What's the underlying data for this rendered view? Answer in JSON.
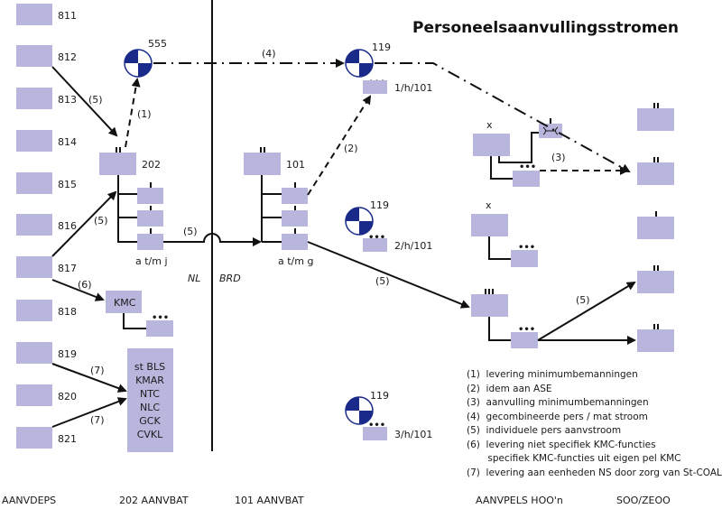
{
  "title": "Personeelsaanvullingsstromen",
  "colors": {
    "box": "#b9b6de",
    "symbol": "#1a2a8a",
    "line": "#111111"
  },
  "columns": [
    "AANVDEPS",
    "202 AANVBAT",
    "101 AANVBAT",
    "AANVPELS HOO'n",
    "SOO/ZEOO"
  ],
  "depots": [
    "811",
    "812",
    "813",
    "814",
    "815",
    "816",
    "817",
    "818",
    "819",
    "820",
    "821"
  ],
  "units": {
    "bat202": "202",
    "bat101": "101",
    "sym555": "555",
    "sym119a": "119",
    "sym119b": "119",
    "sym119c": "119",
    "sub1": "1/h/101",
    "sub2": "2/h/101",
    "sub3": "3/h/101",
    "kmc": "KMC",
    "range202": "a t/m j",
    "range101": "a t/m g",
    "x1": "x",
    "x2": "x",
    "dots": "•••"
  },
  "ns_units": [
    "st BLS",
    "KMAR",
    "NTC",
    "NLC",
    "GCK",
    "CVKL"
  ],
  "regions": {
    "left": "NL",
    "right": "BRD"
  },
  "flow_labels": {
    "f1": "(1)",
    "f2": "(2)",
    "f3": "(3)",
    "f4": "(4)",
    "f5": "(5)",
    "f6": "(6)",
    "f7": "(7)"
  },
  "legend": [
    "(1)  levering minimumbemanningen",
    "(2)  idem aan ASE",
    "(3)  aanvulling minimumbemanningen",
    "(4)  gecombineerde pers / mat stroom",
    "(5)  individuele pers aanvstroom",
    "(6)  levering niet specifiek KMC-functies",
    "       specifiek KMC-functies uit eigen pel KMC",
    "(7)  levering aan eenheden NS door zorg van St-COAL"
  ]
}
